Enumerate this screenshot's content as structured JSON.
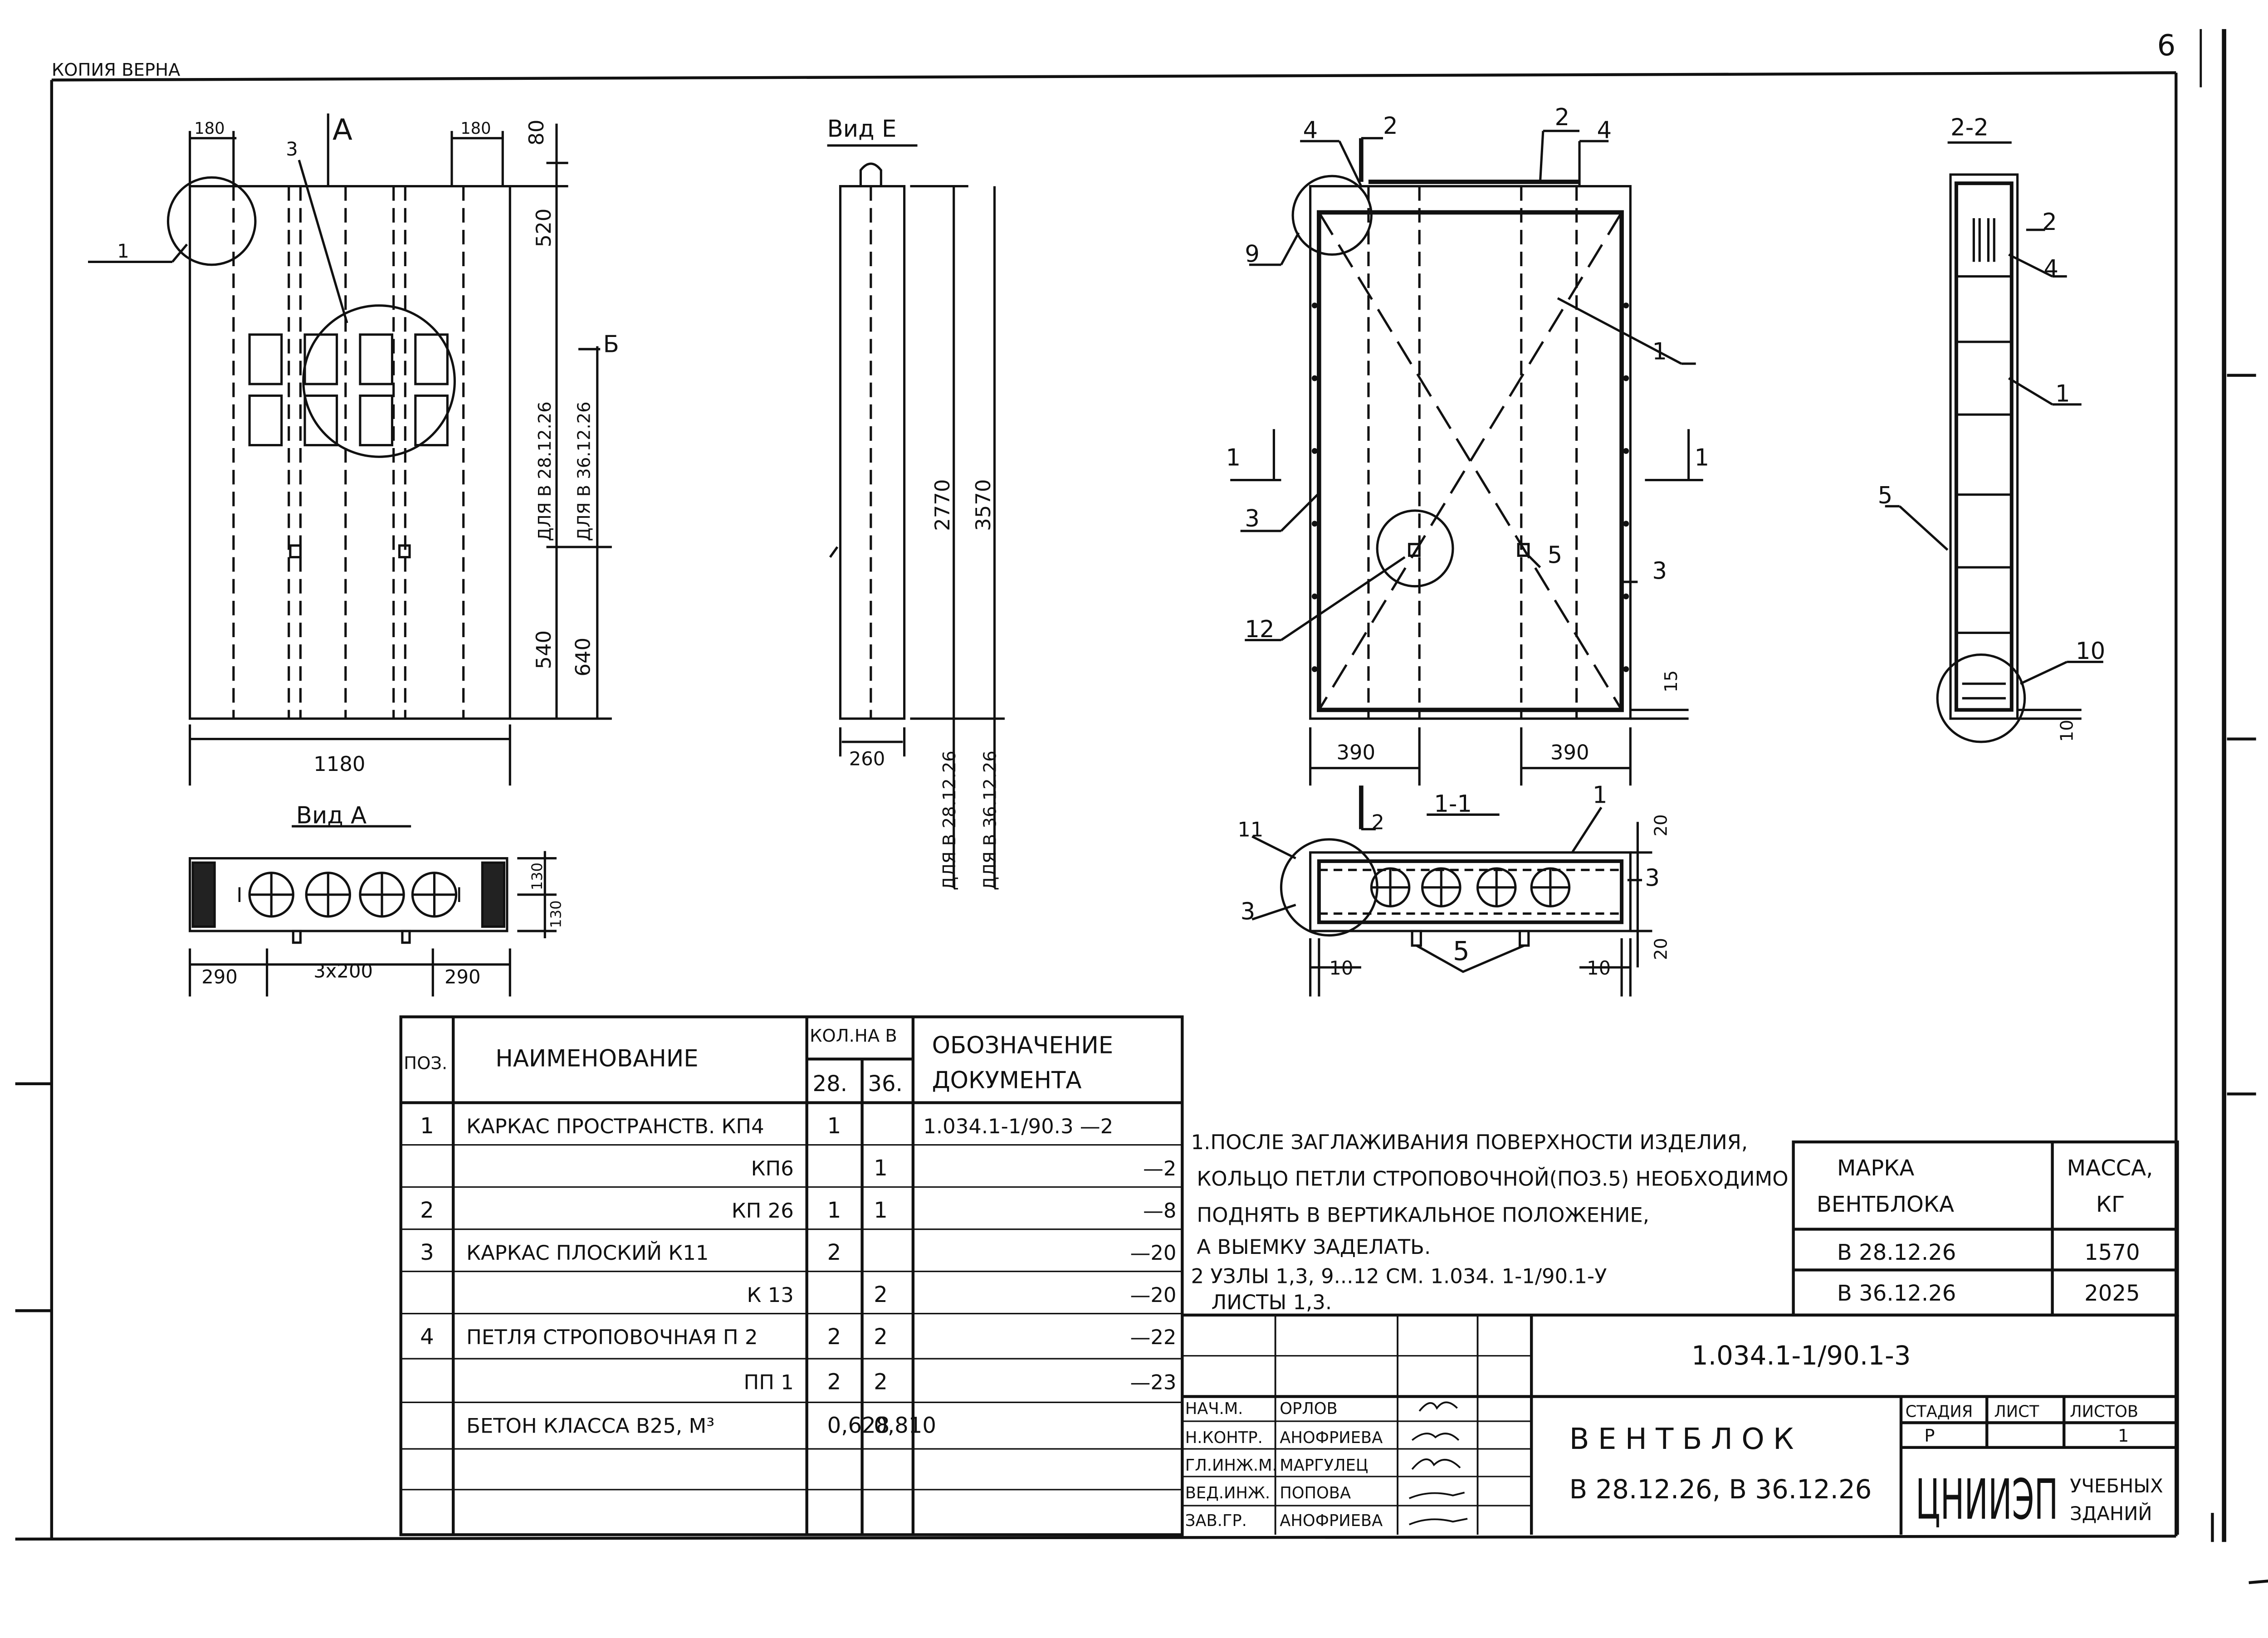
{
  "header": {
    "copy_mark": "КОПИЯ ВЕРНА",
    "page_number": "6"
  },
  "views": {
    "main_front": {
      "section_mark": "A",
      "dims": {
        "top_left": "180",
        "top_right": "180",
        "right_top": "80",
        "right_520": "520",
        "right_540": "540",
        "right_640": "640",
        "width": "1180"
      },
      "labels": {
        "callout_1": "1",
        "callout_3": "3",
        "arrow_b": "Б"
      },
      "rotated_notes": {
        "for_28": "ДЛЯ В 28.12.26",
        "for_36": "ДЛЯ В 36.12.26"
      }
    },
    "view_e": {
      "title": "Вид Е",
      "dims": {
        "h_2770": "2770",
        "h_3570": "3570",
        "w_260": "260"
      },
      "rotated_notes": {
        "for_28": "ДЛЯ В 28.12.26",
        "for_36": "ДЛЯ В 36.12.26"
      }
    },
    "view_a": {
      "title": "Вид А",
      "dims": {
        "left": "290",
        "mid": "3x200",
        "right": "290",
        "h1": "130",
        "h2": "130"
      },
      "side_marks": {
        "left": "I",
        "right": "I"
      }
    },
    "frame_view": {
      "callouts": {
        "c2_top": "2",
        "c4_left": "4",
        "c2_right": "2",
        "c4_right": "4",
        "c9": "9",
        "c1": "1",
        "c3_left": "3",
        "c3_right": "3",
        "c5": "5",
        "c12": "12",
        "section_1_left": "1",
        "section_1_right": "1"
      },
      "dims": {
        "left_390": "390",
        "right_390": "390",
        "d15": "15"
      }
    },
    "section_2_2": {
      "title": "2-2",
      "callouts": {
        "c2": "2",
        "c4": "4",
        "c1": "1",
        "c5": "5",
        "c10": "10"
      },
      "dims": {
        "d10": "10"
      }
    },
    "section_1_1": {
      "title": "1-1",
      "section_mark": "2",
      "callouts": {
        "c1": "1",
        "c11": "11",
        "c3_left": "3",
        "c3_right": "3",
        "c5": "5"
      },
      "dims": {
        "d20_top": "20",
        "d20_bottom": "20",
        "d10_left": "10",
        "d10_right": "10"
      }
    }
  },
  "spec_table": {
    "headers": {
      "pos": "ПОЗ.",
      "name": "НАИМЕНОВАНИЕ",
      "qty": "КОЛ.НА В",
      "qty_28": "28.",
      "qty_36": "36.",
      "doc1": "ОБОЗНАЧЕНИЕ",
      "doc2": "ДОКУМЕНТА"
    },
    "rows": [
      {
        "pos": "1",
        "name": "КАРКАС ПРОСТРАНСТВ. КП4",
        "q28": "1",
        "q36": "",
        "doc": "1.034.1-1/90.3 —2"
      },
      {
        "pos": "",
        "name": "КП6",
        "q28": "",
        "q36": "1",
        "doc": "—2"
      },
      {
        "pos": "2",
        "name": "КП 26",
        "q28": "1",
        "q36": "1",
        "doc": "—8"
      },
      {
        "pos": "3",
        "name": "КАРКАС ПЛОСКИЙ К11",
        "q28": "2",
        "q36": "",
        "doc": "—20"
      },
      {
        "pos": "",
        "name": "К 13",
        "q28": "",
        "q36": "2",
        "doc": "—20"
      },
      {
        "pos": "4",
        "name": "ПЕТЛЯ СТРОПОВОЧНАЯ П 2",
        "q28": "2",
        "q36": "2",
        "doc": "—22"
      },
      {
        "pos": "",
        "name": "ПП 1",
        "q28": "2",
        "q36": "2",
        "doc": "—23"
      },
      {
        "pos": "",
        "name": "БЕТОН КЛАССА В25, М³",
        "q28": "0,628",
        "q36": "0,810",
        "doc": ""
      },
      {
        "pos": "",
        "name": "",
        "q28": "",
        "q36": "",
        "doc": ""
      },
      {
        "pos": "",
        "name": "",
        "q28": "",
        "q36": "",
        "doc": ""
      }
    ]
  },
  "notes": [
    "1.ПОСЛЕ ЗАГЛАЖИВАНИЯ ПОВЕРХНОСТИ ИЗДЕЛИЯ,",
    "КОЛЬЦО ПЕТЛИ СТРОПОВОЧНОЙ(ПОЗ.5) НЕОБХОДИМО",
    "ПОДНЯТЬ В ВЕРТИКАЛЬНОЕ ПОЛОЖЕНИЕ,",
    "А ВЫЕМКУ ЗАДЕЛАТЬ.",
    "2 УЗЛЫ 1,3, 9...12 СМ. 1.034. 1-1/90.1-У",
    "ЛИСТЫ 1,3."
  ],
  "mass_table": {
    "h_mark1": "МАРКА",
    "h_mark2": "ВЕНТБЛОКА",
    "h_mass1": "МАССА,",
    "h_mass2": "КГ",
    "rows": [
      {
        "mark": "В 28.12.26",
        "mass": "1570"
      },
      {
        "mark": "В 36.12.26",
        "mass": "2025"
      }
    ]
  },
  "title_block": {
    "doc_code": "1.034.1-1/90.1-3",
    "title": "ВЕНТБЛОК",
    "subtitle": "В 28.12.26, В 36.12.26",
    "stage_h": "СТАДИЯ",
    "sheet_h": "ЛИСТ",
    "sheets_h": "ЛИСТОВ",
    "stage": "Р",
    "sheet": "",
    "sheets": "1",
    "org": "ЦНИИЭП",
    "org_note1": "УЧЕБНЫХ",
    "org_note2": "ЗДАНИЙ",
    "signers": [
      {
        "role": "НАЧ.М.",
        "name": "ОРЛОВ"
      },
      {
        "role": "Н.КОНТР.",
        "name": "АНОФРИЕВА"
      },
      {
        "role": "ГЛ.ИНЖ.М.",
        "name": "МАРГУЛЕЦ"
      },
      {
        "role": "ВЕД.ИНЖ.",
        "name": "ПОПОВА"
      },
      {
        "role": "ЗАВ.ГР.",
        "name": "АНОФРИЕВА"
      }
    ]
  }
}
